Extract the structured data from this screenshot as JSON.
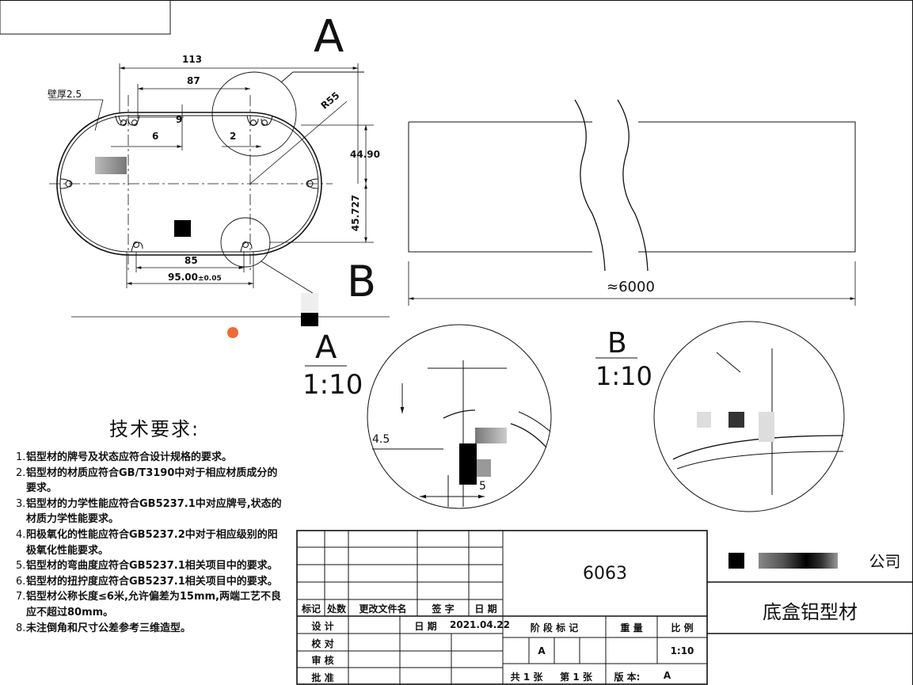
{
  "section_view": {
    "wall_label": "壁厚2.5",
    "dims": {
      "overall_width": "113",
      "inner_width": "87",
      "slot_depth": "9",
      "slot_offset": "6",
      "slot_gap": "2",
      "radius": "R55",
      "upper_height": "44.90",
      "lower_height": "45.727",
      "bottom_inner": "85",
      "bottom_outer": "95.00",
      "bottom_tol": "±0.05"
    },
    "detail_marks": {
      "a": "A",
      "b": "B"
    }
  },
  "length_view": {
    "length": "≈6000"
  },
  "details": {
    "a": {
      "label": "A",
      "scale": "1:10",
      "dim": "4.5",
      "dim2": "5"
    },
    "b": {
      "label": "B",
      "scale": "1:10"
    }
  },
  "notes": {
    "title": "技术要求:",
    "items": [
      {
        "n": "1.",
        "text": "铝型材的牌号及状态应符合设计规格的要求。"
      },
      {
        "n": "2.",
        "text": "铝型材的材质应符合GB/T3190中对于相应材质成分的要求。"
      },
      {
        "n": "3.",
        "text": "铝型材的力学性能应符合GB5237.1中对应牌号,状态的材质力学性能要求。"
      },
      {
        "n": "4.",
        "text": "阳极氧化的性能应符合GB5237.2中对于相应级别的阳极氧化性能要求。"
      },
      {
        "n": "5.",
        "text": "铝型材的弯曲度应符合GB5237.1相关项目中的要求。"
      },
      {
        "n": "6.",
        "text": "铝型材的扭拧度应符合GB5237.1相关项目中的要求。"
      },
      {
        "n": "7.",
        "text": "铝型材公称长度≤6米,允许偏差为15mm,两端工艺不良应不超过80mm。"
      },
      {
        "n": "8.",
        "text": "未注倒角和尺寸公差参考三维造型。"
      }
    ]
  },
  "title_block": {
    "headers": {
      "mark": "标记",
      "count": "处数",
      "doc": "更改文件名",
      "sign": "签 字",
      "date": "日 期"
    },
    "design": "设 计",
    "date_label": "日 期",
    "date_value": "2021.04.22",
    "check": "校 对",
    "review": "审 核",
    "approve": "批 准",
    "material": "6063",
    "stage_label": "阶 段 标 记",
    "weight_label": "重 量",
    "scale_label": "比 例",
    "stage_value": "A",
    "scale_value": "1:10",
    "sheets_total": "共 1 张",
    "sheet_no": "第 1 张",
    "version_label": "版 本:",
    "version_value": "A",
    "company": "公司",
    "part_name": "底盒铝型材"
  }
}
